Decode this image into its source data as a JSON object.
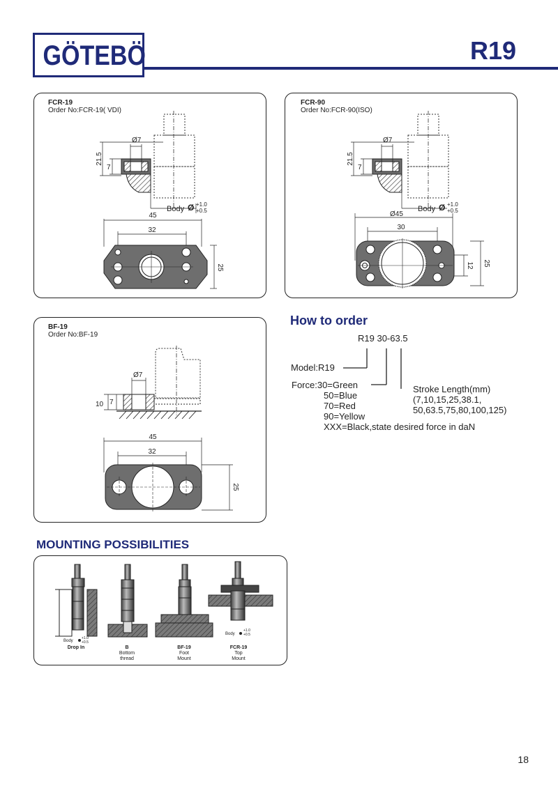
{
  "header": {
    "logo": "GÖTEBÖ",
    "model_code": "R19"
  },
  "fcr19": {
    "title": "FCR-19",
    "order_no": "Order No:FCR-19( VDI)",
    "dim_height": "21.5",
    "dim_thickness": "7",
    "dim_bore": "Ø7",
    "body_label": "Body",
    "tol_plus": "+1.0",
    "tol_minus": "+0.5",
    "dim_width": "45",
    "dim_hole_spacing": "32",
    "dim_depth": "25"
  },
  "fcr90": {
    "title": "FCR-90",
    "order_no": "Order No:FCR-90(ISO)",
    "dim_height": "21.5",
    "dim_thickness": "7",
    "dim_bore": "Ø7",
    "body_label": "Body",
    "tol_plus": "+1.0",
    "tol_minus": "+0.5",
    "dim_outer": "Ø45",
    "dim_hole_spacing": "30",
    "dim_inner": "12",
    "dim_depth": "25"
  },
  "bf19": {
    "title": "BF-19",
    "order_no": "Order No:BF-19",
    "dim_bore": "Ø7",
    "dim_thickness": "7",
    "dim_height": "10",
    "dim_width": "45",
    "dim_hole_spacing": "32",
    "dim_depth": "25"
  },
  "how_to_order": {
    "heading": "How to order",
    "code": "R19 30-63.5",
    "model": "Model:R19",
    "force_lines": [
      "Force:30=Green",
      "50=Blue",
      "70=Red",
      "90=Yellow",
      "XXX=Black,state desired force in daN"
    ],
    "stroke_lines": [
      "Stroke Length(mm)",
      "(7,10,15,25,38.1,",
      "50,63.5,75,80,100,125)"
    ]
  },
  "mounting": {
    "heading": "MOUNTING POSSIBILITIES",
    "body_label": "Body",
    "tol_plus": "+1.0",
    "tol_minus": "+0.5",
    "items": [
      {
        "title": "Drop In",
        "line1": "",
        "line2": ""
      },
      {
        "title": "B",
        "line1": "Bottom",
        "line2": "thread"
      },
      {
        "title": "BF-19",
        "line1": "Foot",
        "line2": "Mount"
      },
      {
        "title": "FCR-19",
        "line1": "Top",
        "line2": "Mount"
      }
    ]
  },
  "page_number": "18",
  "colors": {
    "brand": "#1f2a78",
    "part_fill": "#6e6e6e",
    "hatch": "#555555"
  }
}
